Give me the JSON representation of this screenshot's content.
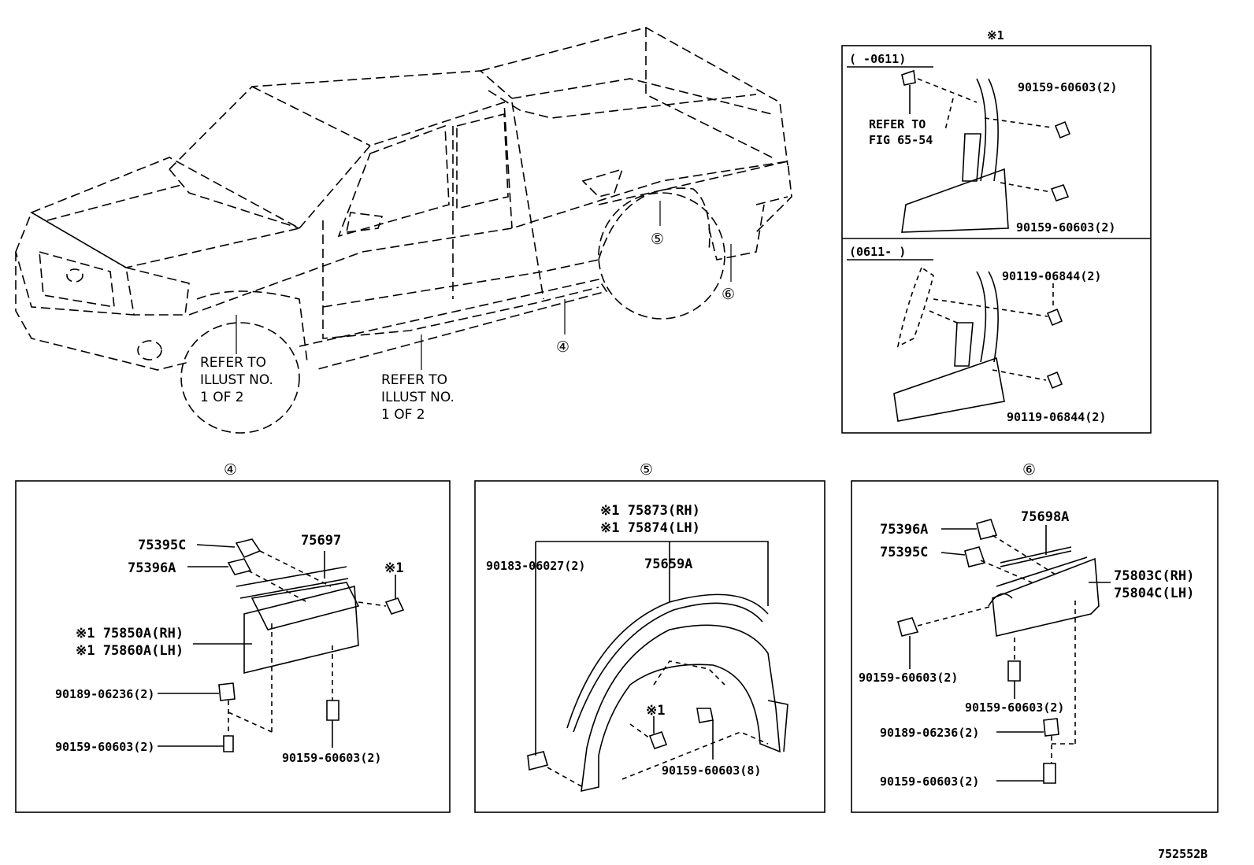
{
  "diagram_id": "752552B",
  "callouts": {
    "c4": "④",
    "c5": "⑤",
    "c6": "⑥"
  },
  "refer_illust": [
    "REFER TO",
    "ILLUST NO.",
    "1 OF 2"
  ],
  "inset_top": {
    "note": "※1",
    "range1": "(    -0611)",
    "refer_fig": [
      "REFER TO",
      "FIG 65-54"
    ],
    "p1a": "90159-60603(2)",
    "p1b": "90159-60603(2)",
    "range2": "(0611-    )",
    "p2a": "90119-06844(2)",
    "p2b": "90119-06844(2)"
  },
  "panel4": {
    "title": "④",
    "a": "75395C",
    "b": "75396A",
    "c": "75697",
    "note": "※1",
    "d1": "※1 75850A(RH)",
    "d2": "※1 75860A(LH)",
    "e": "90189-06236(2)",
    "f": "90159-60603(2)",
    "g": "90159-60603(2)"
  },
  "panel5": {
    "title": "⑤",
    "a1": "※1 75873(RH)",
    "a2": "※1 75874(LH)",
    "b": "90183-06027(2)",
    "c": "75659A",
    "note": "※1",
    "d": "90159-60603(8)"
  },
  "panel6": {
    "title": "⑥",
    "a": "75396A",
    "b": "75698A",
    "c": "75395C",
    "d1": "75803C(RH)",
    "d2": "75804C(LH)",
    "e": "90159-60603(2)",
    "f": "90159-60603(2)",
    "g": "90189-06236(2)",
    "h": "90159-60603(2)"
  }
}
